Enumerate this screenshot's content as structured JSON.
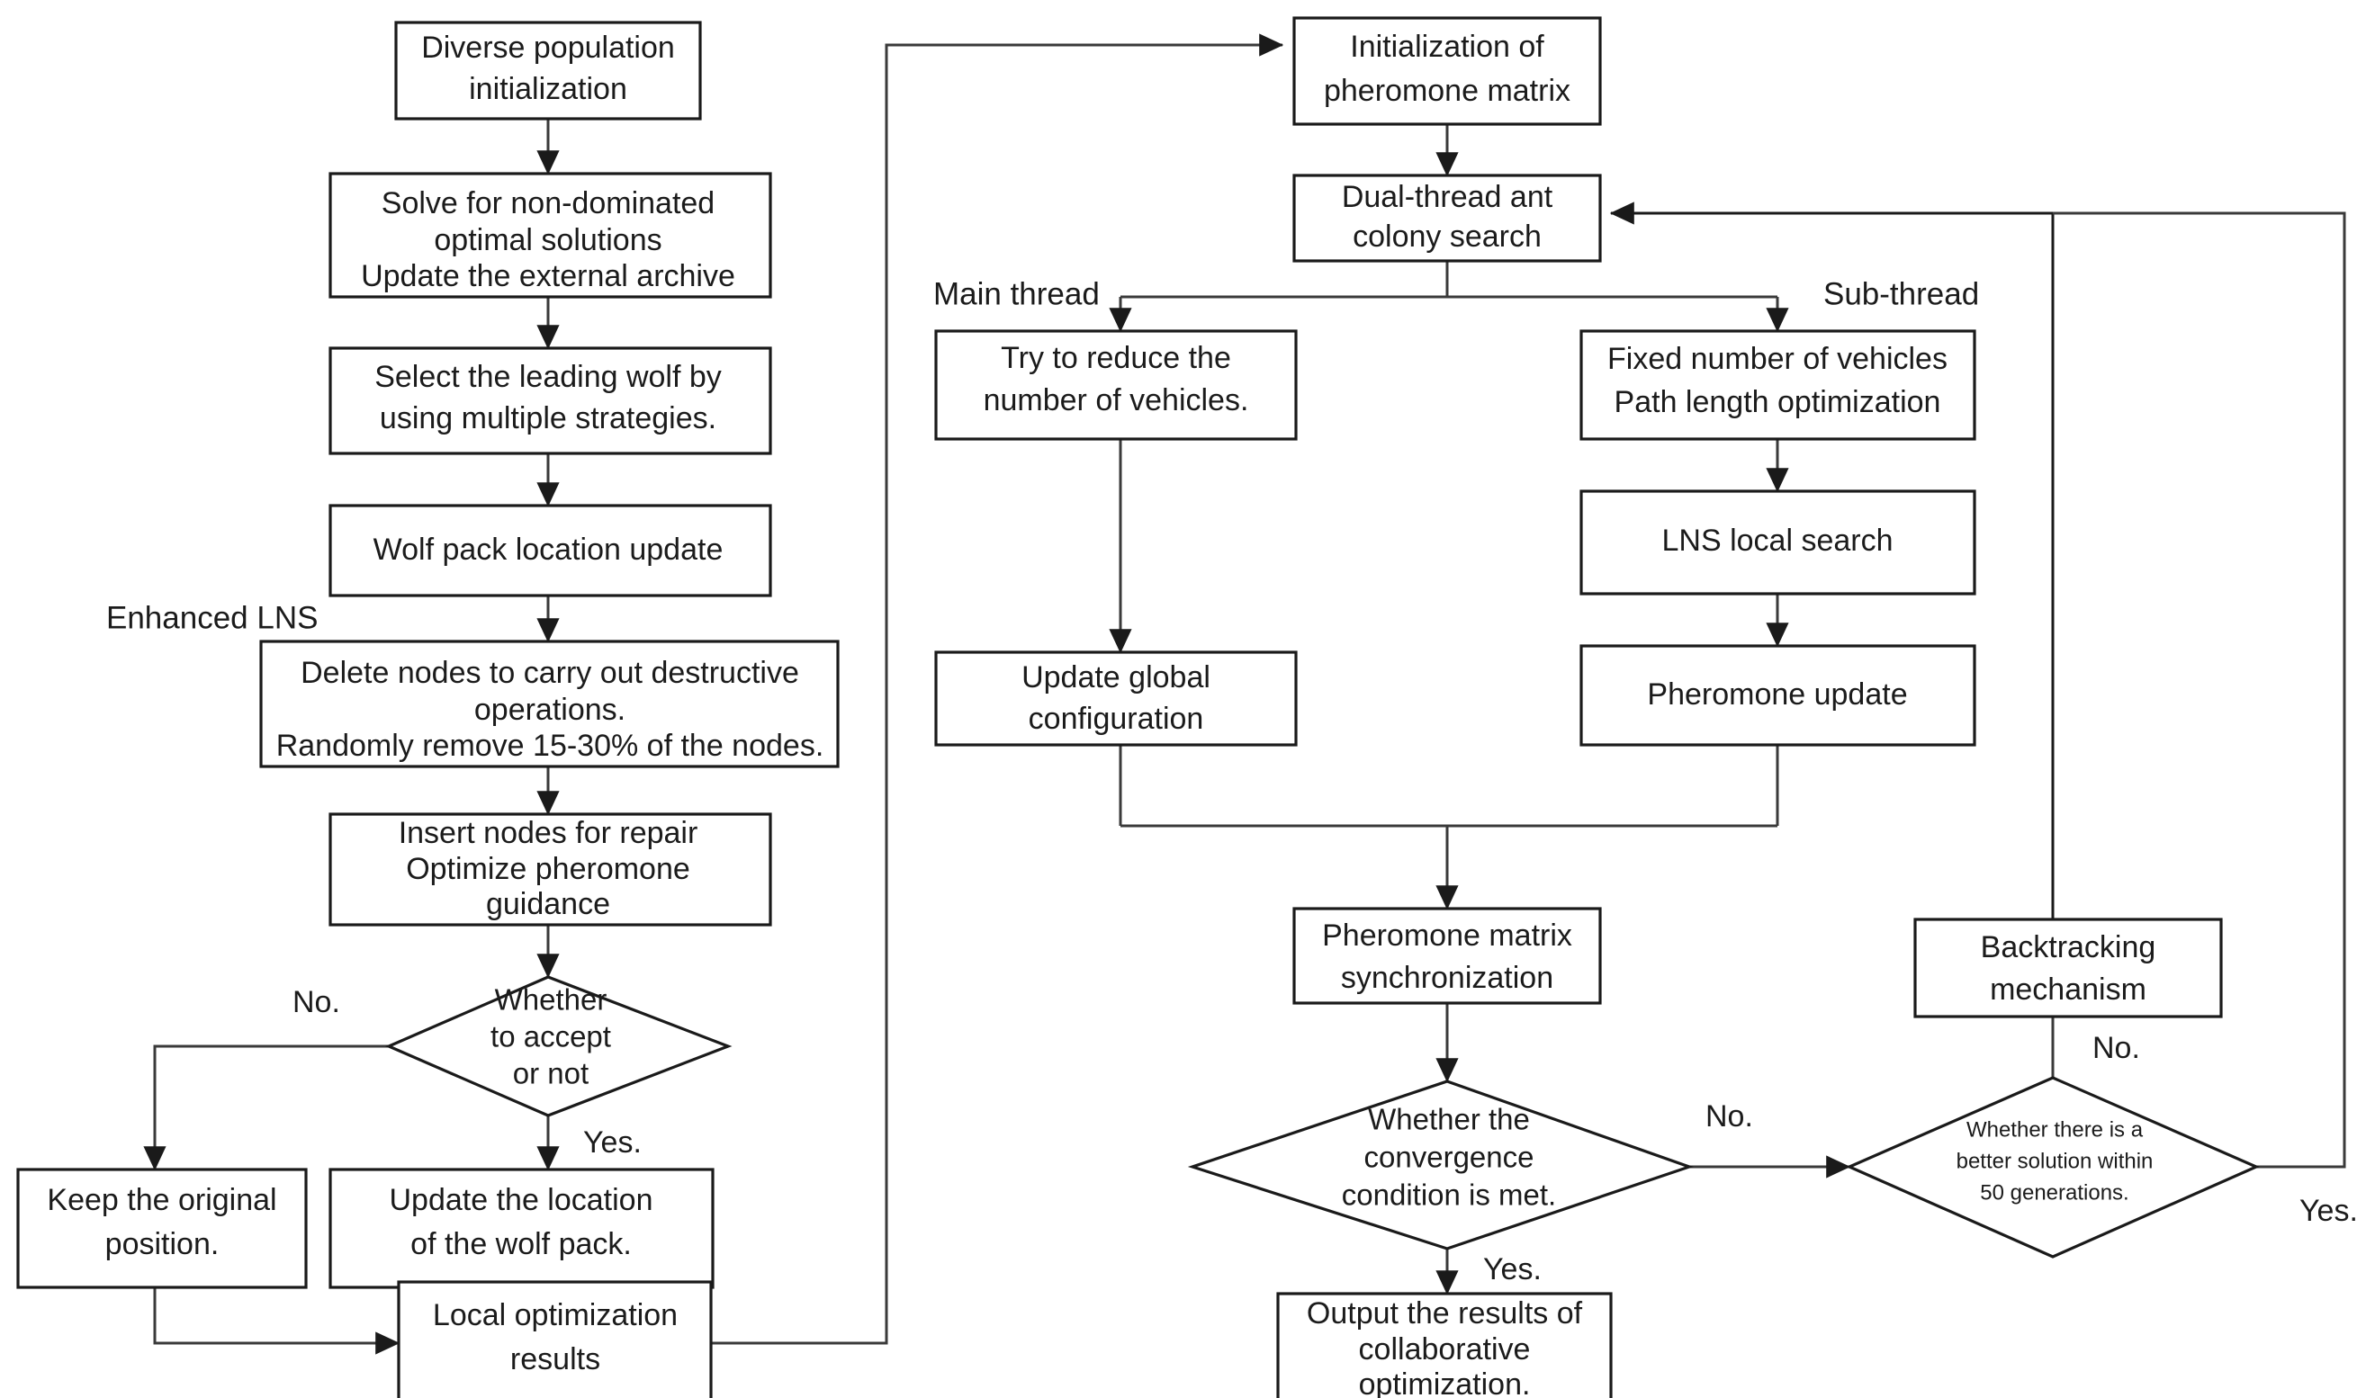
{
  "diagram": {
    "title": "Hybrid wolf-pack / dual-thread ant colony optimization flowchart",
    "background_color": "#ffffff",
    "line_color": "#3a3a3a",
    "text_color": "#1b1b1b"
  },
  "swimlane_labels": {
    "enhanced_lns": "Enhanced LNS",
    "main_thread": "Main thread",
    "sub_thread": "Sub-thread"
  },
  "left_column": {
    "diverse_population_initialization": {
      "line1": "Diverse population",
      "line2": "initialization"
    },
    "solve_non_dominated": {
      "line1": "Solve for non-dominated",
      "line2": "optimal solutions",
      "line3": "Update the external archive"
    },
    "select_leading_wolf": {
      "line1": "Select the leading wolf by",
      "line2": "using multiple strategies."
    },
    "wolf_pack_location_update": {
      "line1": "Wolf pack location update"
    },
    "delete_nodes": {
      "line1": "Delete nodes to carry out destructive",
      "line2": "operations.",
      "line3": "Randomly remove 15-30% of the nodes."
    },
    "insert_nodes": {
      "line1": "Insert nodes for repair",
      "line2": "Optimize pheromone",
      "line3": "guidance"
    },
    "whether_accept": {
      "line1": "Whether",
      "line2": "to accept",
      "line3": "or not"
    },
    "keep_original": {
      "line1": "Keep the original",
      "line2": "position."
    },
    "update_wolf_pack": {
      "line1": "Update the location",
      "line2": "of the wolf pack."
    },
    "local_optimization_results": {
      "line1": "Local optimization",
      "line2": "results"
    }
  },
  "right_column": {
    "init_pheromone_matrix": {
      "line1": "Initialization of",
      "line2": "pheromone matrix"
    },
    "dual_thread_search": {
      "line1": "Dual-thread ant",
      "line2": "colony search"
    },
    "try_reduce_vehicles": {
      "line1": "Try to reduce the",
      "line2": "number of vehicles."
    },
    "update_global_configuration": {
      "line1": "Update global",
      "line2": "configuration"
    },
    "fixed_number_vehicles": {
      "line1": "Fixed number of vehicles",
      "line2": "Path length optimization"
    },
    "lns_local_search": {
      "line1": "LNS local search"
    },
    "pheromone_update": {
      "line1": "Pheromone update"
    },
    "pheromone_matrix_sync": {
      "line1": "Pheromone matrix",
      "line2": "synchronization"
    },
    "whether_convergence": {
      "line1": "Whether the",
      "line2": "convergence",
      "line3": "condition is met."
    },
    "output_results": {
      "line1": "Output the results of",
      "line2": "collaborative",
      "line3": "optimization."
    },
    "backtracking_mechanism": {
      "line1": "Backtracking",
      "line2": "mechanism"
    },
    "whether_better_solution": {
      "line1": "Whether there is a",
      "line2": "better solution within",
      "line3": "50 generations."
    }
  },
  "edge_labels": {
    "accept_no": "No.",
    "accept_yes": "Yes.",
    "convergence_no": "No.",
    "convergence_yes": "Yes.",
    "better_no": "No.",
    "better_yes": "Yes."
  }
}
